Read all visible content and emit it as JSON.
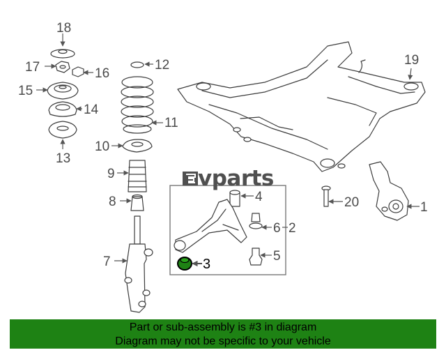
{
  "watermark": {
    "text": "vparts",
    "logo": "ev-logo-icon"
  },
  "callouts": {
    "c1": "1",
    "c2": "2",
    "c3": "3",
    "c4": "4",
    "c5": "5",
    "c6": "6",
    "c7": "7",
    "c8": "8",
    "c9": "9",
    "c10": "10",
    "c11": "11",
    "c12": "12",
    "c13": "13",
    "c14": "14",
    "c15": "15",
    "c16": "16",
    "c17": "17",
    "c18": "18",
    "c19": "19",
    "c20": "20"
  },
  "highlight": {
    "part_number": "3",
    "color": "#1e8214"
  },
  "banner": {
    "line1": "Part or sub-assembly is #3 in diagram",
    "line2": "Diagram may not be specific to your vehicle"
  }
}
